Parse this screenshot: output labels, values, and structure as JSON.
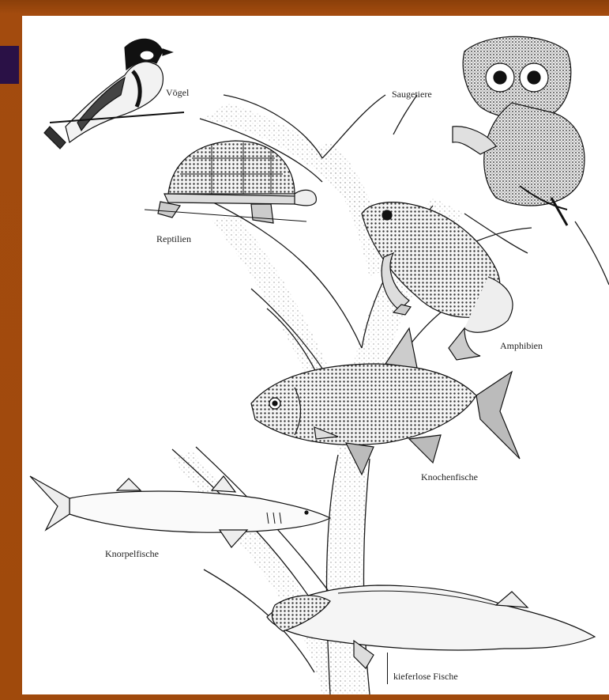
{
  "diagram": {
    "labels": {
      "voegel": "Vögel",
      "saeugetiere": "Saugetiere",
      "reptilien": "Reptilien",
      "amphibien": "Amphibien",
      "knochenfische": "Knochenfische",
      "knorpelfische": "Knorpelfische",
      "kieferlose_fische": "kieferlose Fische"
    },
    "colors": {
      "frame": "#a04a0c",
      "panel": "#ffffff",
      "ink": "#1a1a1a",
      "accent_strip": "#2a1146"
    }
  }
}
